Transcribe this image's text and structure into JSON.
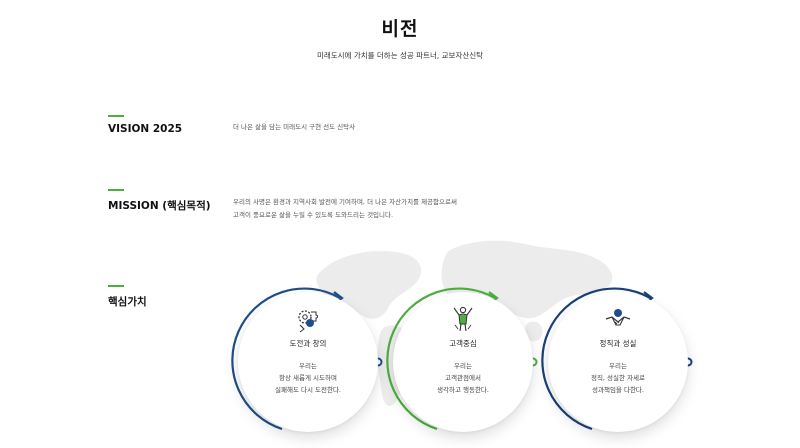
{
  "page": {
    "title": "비전",
    "subtitle": "미래도시에 가치를 더하는 성공 파트너, 교보자산신탁"
  },
  "sections": {
    "vision": {
      "heading": "VISION 2025",
      "text": "더 나은 삶을 담는 미래도시 구현 선도 신탁사"
    },
    "mission": {
      "heading": "MISSION (핵심목적)",
      "lines": [
        "우리의 사명은 환경과 지역사회 발전에 기여하며, 더 나은 자산가치를 제공함으로써",
        "고객이 풍요로운 삶을 누릴 수 있도록 도와드리는 것입니다."
      ]
    },
    "core_values": {
      "heading": "핵심가치",
      "items": [
        {
          "title": "도전과 창의",
          "icon": "puzzle-gears-icon",
          "lines": [
            "우리는",
            "항상 새롭게 시도하며",
            "실패해도 다시 도전한다."
          ],
          "color": "#1f4e8c"
        },
        {
          "title": "고객중심",
          "icon": "customer-celebrate-icon",
          "lines": [
            "우리는",
            "고객관점에서",
            "생각하고 행동한다."
          ],
          "color": "#4caf3f"
        },
        {
          "title": "정직과 성실",
          "icon": "handshake-icon",
          "lines": [
            "우리는",
            "정직, 성실한 자세로",
            "성과책임을 다한다."
          ],
          "color": "#1a3f7a"
        }
      ]
    }
  },
  "colors": {
    "accent_green": "#4caf3f",
    "accent_navy": "#1f4e8c"
  }
}
